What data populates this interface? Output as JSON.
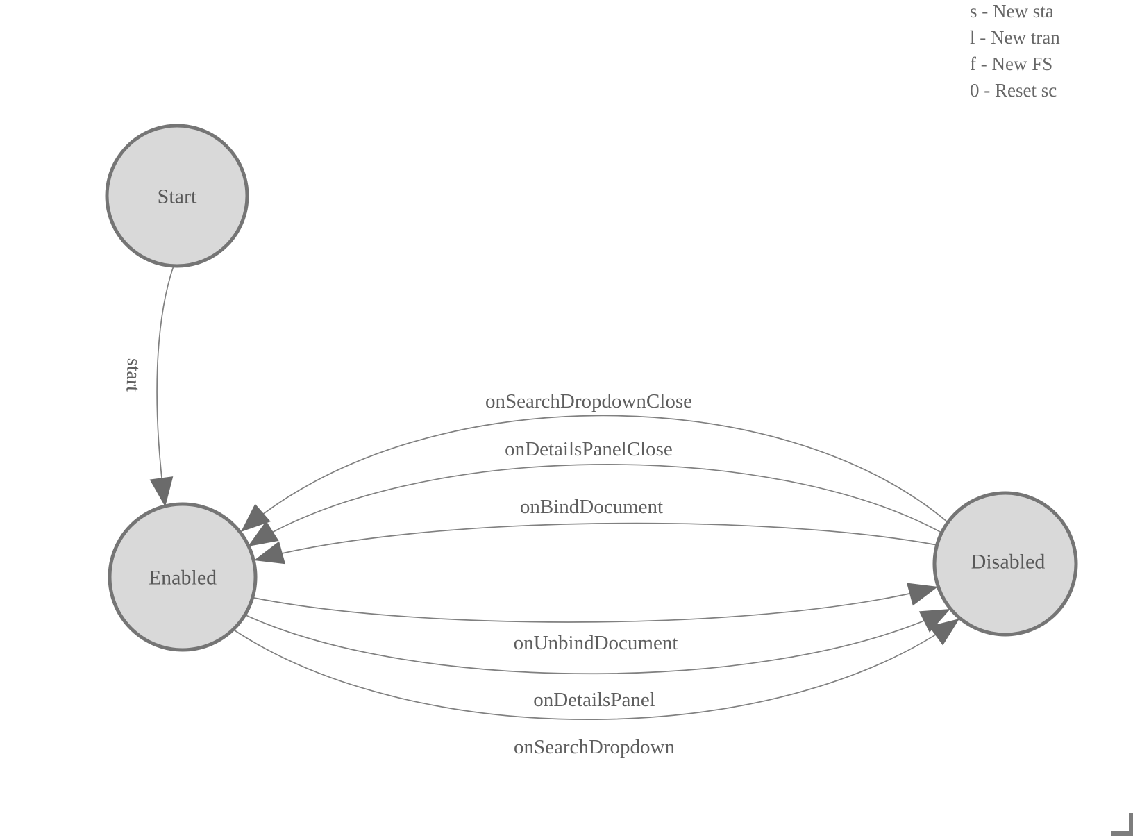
{
  "states": [
    {
      "id": "start",
      "label": "Start"
    },
    {
      "id": "enabled",
      "label": "Enabled"
    },
    {
      "id": "disabled",
      "label": "Disabled"
    }
  ],
  "transitions": [
    {
      "label": "start",
      "from": "Start",
      "to": "Enabled"
    },
    {
      "label": "onSearchDropdownClose",
      "from": "Disabled",
      "to": "Enabled"
    },
    {
      "label": "onDetailsPanelClose",
      "from": "Disabled",
      "to": "Enabled"
    },
    {
      "label": "onBindDocument",
      "from": "Disabled",
      "to": "Enabled"
    },
    {
      "label": "onUnbindDocument",
      "from": "Enabled",
      "to": "Disabled"
    },
    {
      "label": "onDetailsPanel",
      "from": "Enabled",
      "to": "Disabled"
    },
    {
      "label": "onSearchDropdown",
      "from": "Enabled",
      "to": "Disabled"
    }
  ],
  "legend_lines": [
    "s - New sta",
    "l - New tran",
    "f - New FS",
    "0 - Reset sc"
  ],
  "colors": {
    "state_fill": "#d9d9d9",
    "state_stroke": "#757575",
    "edge_stroke": "#808080",
    "arrow_fill": "#6b6b6b",
    "state_text": "#585858",
    "edge_label_text": "#5e5e5e",
    "legend_text": "#666666",
    "corner": "#7d7d7d"
  }
}
